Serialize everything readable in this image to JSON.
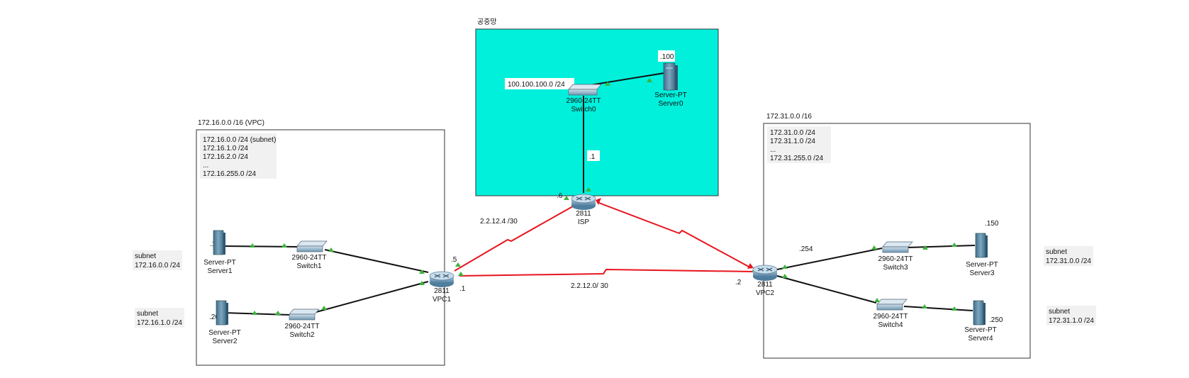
{
  "areas": {
    "public": {
      "title": "공중망",
      "network": "100.100.100.0 /24"
    },
    "vpc1": {
      "title": "172.16.0.0 /16 (VPC)",
      "subnets": [
        "172.16.0.0 /24 (subnet)",
        "172.16.1.0 /24",
        "172.16.2.0 /24",
        "...",
        "172.16.255.0 /24"
      ]
    },
    "vpc2": {
      "title": "172.31.0.0 /16",
      "subnets": [
        "172.31.0.0 /24",
        "172.31.1.0 /24",
        "...",
        "172.31.255.0 /24"
      ]
    }
  },
  "side_notes": {
    "left1": [
      "subnet",
      "172.16.0.0 /24"
    ],
    "left2": [
      "subnet",
      "172.16.1.0 /24"
    ],
    "right1": [
      "subnet",
      "172.31.0.0 /24"
    ],
    "right2": [
      "subnet",
      "172.31.1.0 /24"
    ]
  },
  "devices": {
    "server0": {
      "model": "Server-PT",
      "name": "Server0",
      "ip": ".100"
    },
    "switch0": {
      "model": "2960-24TT",
      "name": "Switch0"
    },
    "isp": {
      "model": "2811",
      "name": "ISP"
    },
    "server1": {
      "model": "Server-PT",
      "name": "Server1",
      "ip": ".100"
    },
    "switch1": {
      "model": "2960-24TT",
      "name": "Switch1"
    },
    "server2": {
      "model": "Server-PT",
      "name": "Server2",
      "ip": ".200"
    },
    "switch2": {
      "model": "2960-24TT",
      "name": "Switch2"
    },
    "vpc1": {
      "model": "2811",
      "name": "VPC1"
    },
    "vpc2": {
      "model": "2811",
      "name": "VPC2"
    },
    "switch3": {
      "model": "2960-24TT",
      "name": "Switch3"
    },
    "server3": {
      "model": "Server-PT",
      "name": "Server3",
      "ip": ".150"
    },
    "switch4": {
      "model": "2960-24TT",
      "name": "Switch4"
    },
    "server4": {
      "model": "Server-PT",
      "name": "Server4",
      "ip": ".250"
    }
  },
  "interface_labels": {
    "isp_lan": ".1",
    "isp_wan": ".6",
    "vpc1_isp": ".5",
    "vpc1_vpc2": ".1",
    "vpc2_lan": ".254",
    "vpc2_wan": ".2"
  },
  "links": {
    "isp_vpc1": "2.2.12.4 /30",
    "vpc1_vpc2": "2.2.12.0/ 30"
  },
  "colors": {
    "public_bg": "#00f0dc",
    "serial_link": "#e8141e",
    "ethernet_link": "#111111",
    "port_up": "#3cb43c",
    "port_down": "#e8141e"
  }
}
